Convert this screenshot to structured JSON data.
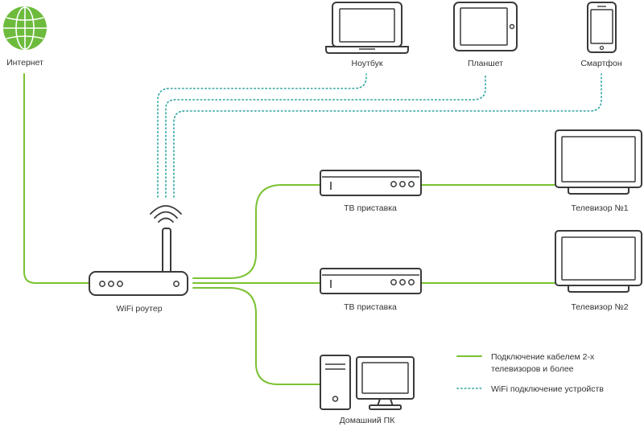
{
  "colors": {
    "cable": "#7ac231",
    "wifi": "#2fa4a0",
    "device": "#3a3a3a",
    "globe": "#6dbb3c",
    "text": "#333333"
  },
  "labels": {
    "internet": "Интернет",
    "laptop": "Ноутбук",
    "tablet": "Планшет",
    "smartphone": "Смартфон",
    "router": "WiFi роутер",
    "tv_box_1": "ТВ приставка",
    "tv_box_2": "ТВ приставка",
    "tv_1": "Телевизор №1",
    "tv_2": "Телевизор №2",
    "home_pc": "Домашний ПК"
  },
  "legend": {
    "cable_line1": "Подключение кабелем 2-х",
    "cable_line2": "телевизоров и более",
    "wifi_label": "WiFi подключение устройств"
  },
  "icons": {
    "internet": "globe-icon",
    "laptop": "laptop-icon",
    "tablet": "tablet-icon",
    "smartphone": "smartphone-icon",
    "router": "wifi-router-icon",
    "tv_box": "set-top-box-icon",
    "tv": "tv-icon",
    "pc": "desktop-pc-icon",
    "wifi_signal": "wifi-signal-icon"
  }
}
